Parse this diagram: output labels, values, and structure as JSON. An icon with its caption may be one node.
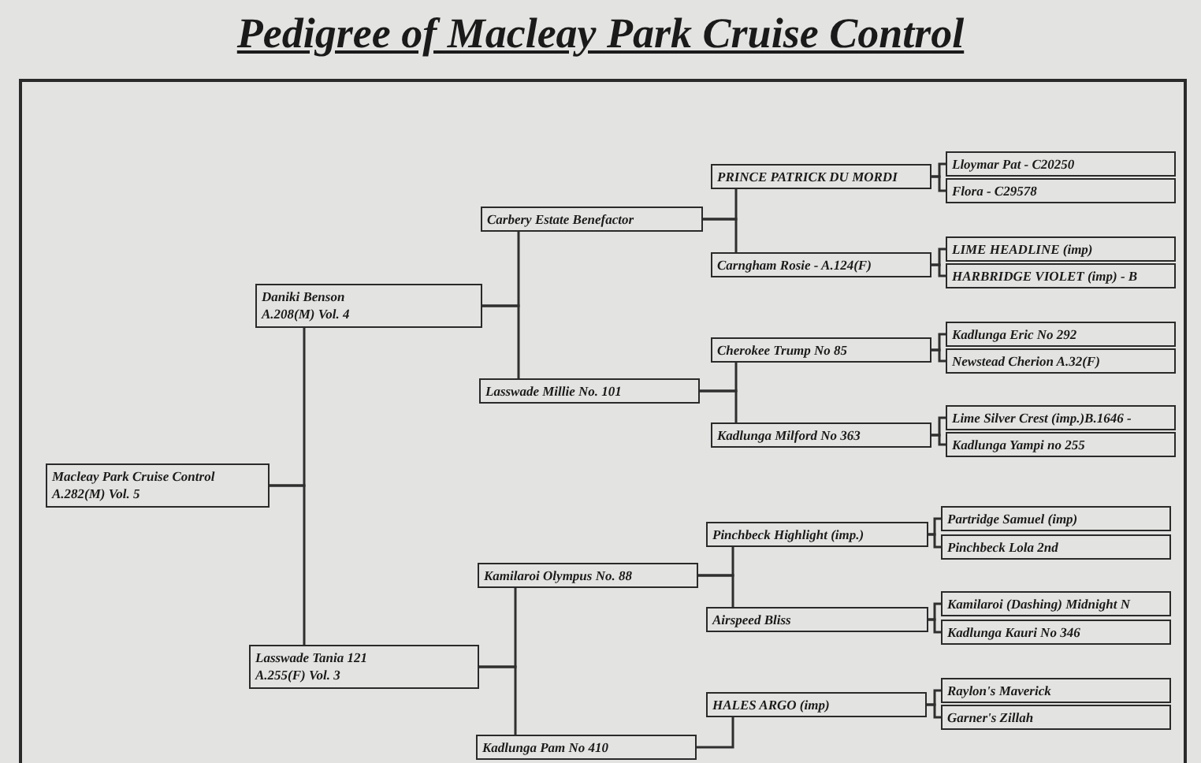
{
  "diagram": {
    "title": "Pedigree of Macleay Park Cruise Control",
    "nodes": [
      {
        "text": [
          "Macleay Park Cruise Control",
          "A.282(M) Vol. 5"
        ]
      },
      {
        "text": [
          "Daniki Benson",
          "A.208(M) Vol. 4"
        ]
      },
      {
        "text": [
          "Lasswade Tania 121",
          "A.255(F) Vol. 3"
        ]
      },
      {
        "text": [
          "Carbery Estate Benefactor"
        ]
      },
      {
        "text": [
          "Lasswade Millie No. 101"
        ]
      },
      {
        "text": [
          "Kamilaroi Olympus No. 88"
        ]
      },
      {
        "text": [
          "Kadlunga Pam No 410"
        ]
      },
      {
        "text": [
          "PRINCE PATRICK DU MORDI"
        ]
      },
      {
        "text": [
          "Carngham Rosie - A.124(F)"
        ]
      },
      {
        "text": [
          "Cherokee Trump No 85"
        ]
      },
      {
        "text": [
          "Kadlunga Milford No 363"
        ]
      },
      {
        "text": [
          "Pinchbeck Highlight (imp.)"
        ]
      },
      {
        "text": [
          "Airspeed Bliss"
        ]
      },
      {
        "text": [
          "HALES ARGO (imp)"
        ]
      },
      {
        "text": [
          "Lloymar Pat - C20250"
        ]
      },
      {
        "text": [
          "Flora - C29578"
        ]
      },
      {
        "text": [
          "LIME HEADLINE (imp)"
        ]
      },
      {
        "text": [
          "HARBRIDGE VIOLET (imp) - B"
        ]
      },
      {
        "text": [
          "Kadlunga Eric No 292"
        ]
      },
      {
        "text": [
          "Newstead Cherion A.32(F)"
        ]
      },
      {
        "text": [
          "Lime Silver Crest (imp.)B.1646 -"
        ]
      },
      {
        "text": [
          "Kadlunga Yampi no 255"
        ]
      },
      {
        "text": [
          "Partridge Samuel (imp)"
        ]
      },
      {
        "text": [
          "Pinchbeck Lola 2nd"
        ]
      },
      {
        "text": [
          "Kamilaroi (Dashing) Midnight N"
        ]
      },
      {
        "text": [
          "Kadlunga Kauri No 346"
        ]
      },
      {
        "text": [
          "Raylon's Maverick"
        ]
      },
      {
        "text": [
          "Garner's Zillah"
        ]
      }
    ],
    "edges": [
      {
        "from": 0,
        "to": 1,
        "arrow": "none"
      },
      {
        "from": 0,
        "to": 2,
        "arrow": "none"
      },
      {
        "from": 1,
        "to": 3,
        "arrow": "none"
      },
      {
        "from": 1,
        "to": 4,
        "arrow": "none"
      },
      {
        "from": 2,
        "to": 5,
        "arrow": "none"
      },
      {
        "from": 2,
        "to": 6,
        "arrow": "none"
      },
      {
        "from": 3,
        "to": 7,
        "arrow": "none"
      },
      {
        "from": 3,
        "to": 8,
        "arrow": "none"
      },
      {
        "from": 4,
        "to": 9,
        "arrow": "none"
      },
      {
        "from": 4,
        "to": 10,
        "arrow": "none"
      },
      {
        "from": 5,
        "to": 11,
        "arrow": "none"
      },
      {
        "from": 5,
        "to": 12,
        "arrow": "none"
      },
      {
        "from": 6,
        "to": 13,
        "arrow": "none"
      },
      {
        "from": 7,
        "to": 14,
        "arrow": "none"
      },
      {
        "from": 7,
        "to": 15,
        "arrow": "none"
      },
      {
        "from": 8,
        "to": 16,
        "arrow": "none"
      },
      {
        "from": 8,
        "to": 17,
        "arrow": "none"
      },
      {
        "from": 9,
        "to": 18,
        "arrow": "none"
      },
      {
        "from": 9,
        "to": 19,
        "arrow": "none"
      },
      {
        "from": 10,
        "to": 20,
        "arrow": "none"
      },
      {
        "from": 10,
        "to": 21,
        "arrow": "none"
      },
      {
        "from": 11,
        "to": 22,
        "arrow": "none"
      },
      {
        "from": 11,
        "to": 23,
        "arrow": "none"
      },
      {
        "from": 12,
        "to": 24,
        "arrow": "none"
      },
      {
        "from": 12,
        "to": 25,
        "arrow": "none"
      },
      {
        "from": 13,
        "to": 26,
        "arrow": "none"
      },
      {
        "from": 13,
        "to": 27,
        "arrow": "none"
      }
    ]
  }
}
